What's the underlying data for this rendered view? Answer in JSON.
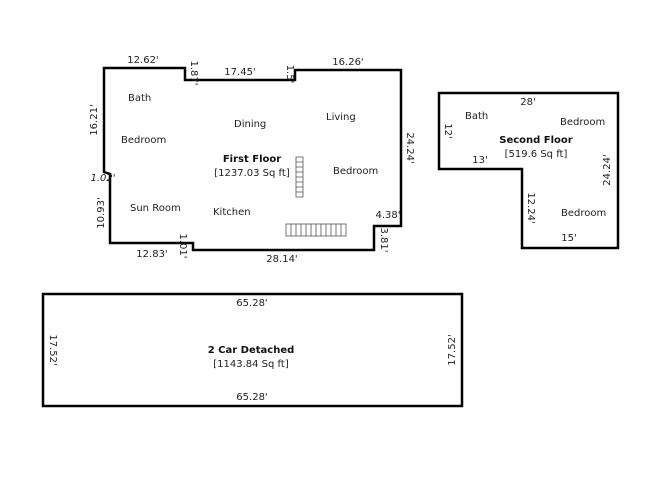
{
  "first_floor": {
    "title": "First Floor",
    "area": "[1237.03 Sq ft]",
    "rooms": [
      "Bath",
      "Bedroom",
      "Dining",
      "Living",
      "Bedroom",
      "Sun Room",
      "Kitchen"
    ],
    "dimensions": [
      "12.62'",
      "1.87'",
      "17.45'",
      "1.5'",
      "16.26'",
      "16.21'",
      "24.24'",
      "1.02'",
      "10.93'",
      "12.83'",
      "1.01'",
      "28.14'",
      "4.38'",
      "3.81'"
    ]
  },
  "second_floor": {
    "title": "Second Floor",
    "area": "[519.6 Sq ft]",
    "rooms": [
      "Bath",
      "Bedroom",
      "Bedroom"
    ],
    "dimensions": [
      "28'",
      "12'",
      "13'",
      "24.24'",
      "12.24'",
      "15'"
    ]
  },
  "garage": {
    "title": "2 Car Detached",
    "area": "[1143.84 Sq ft]",
    "dimensions": [
      "65.28'",
      "17.52'",
      "17.52'",
      "65.28'"
    ]
  }
}
